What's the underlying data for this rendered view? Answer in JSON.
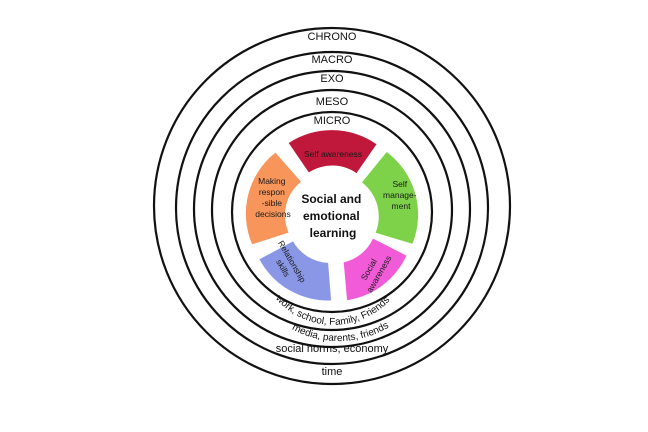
{
  "rings": [
    {
      "name": "CHRONO",
      "description": "time"
    },
    {
      "name": "MACRO",
      "description": "social norms, economy"
    },
    {
      "name": "EXO",
      "description": "media, parents, friends"
    },
    {
      "name": "MESO",
      "description": "work, school, Family, Friends"
    },
    {
      "name": "MICRO",
      "description": ""
    }
  ],
  "center": {
    "lines": [
      "Social and",
      "emotional",
      "learning"
    ]
  },
  "segments": [
    {
      "name": "self-awareness",
      "lines": [
        "Self awareness"
      ],
      "color": "#c0183a"
    },
    {
      "name": "self-management",
      "lines": [
        "Self",
        "manage-",
        "ment"
      ],
      "color": "#7dd24a"
    },
    {
      "name": "social-awareness",
      "lines": [
        "Social",
        "awareness"
      ],
      "color": "#f25bd8"
    },
    {
      "name": "relationship-skills",
      "lines": [
        "Relationship",
        "skills"
      ],
      "color": "#8a97e6"
    },
    {
      "name": "responsible-decisions",
      "lines": [
        "Making",
        "respon",
        "-sible",
        "decisions"
      ],
      "color": "#f7955a"
    }
  ],
  "colors": {
    "ring_stroke": "#111111",
    "background": "#ffffff"
  }
}
